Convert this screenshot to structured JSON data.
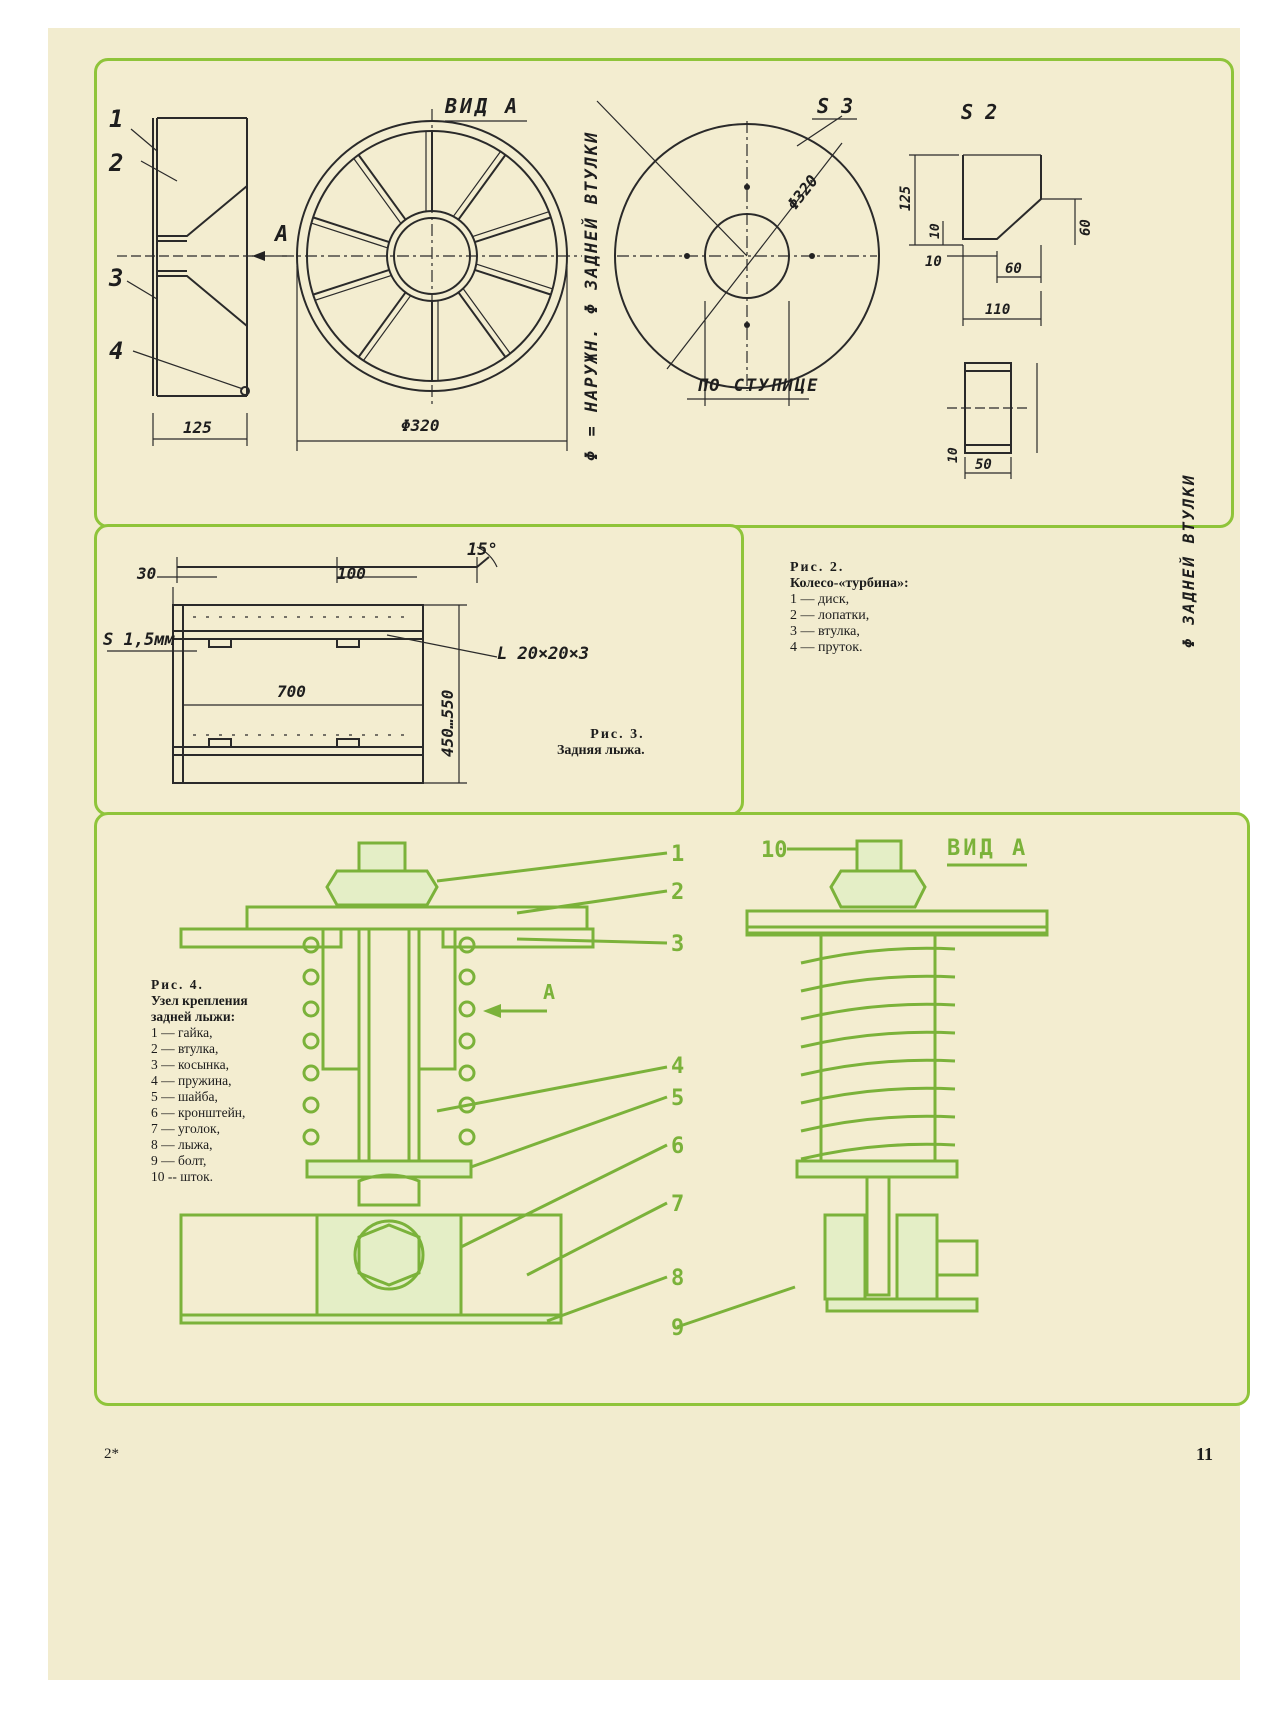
{
  "page_number_left": "2*",
  "page_number_right": "11",
  "fig2": {
    "view_title": "ВИД А",
    "callouts": [
      "1",
      "2",
      "3",
      "4"
    ],
    "arrow_label": "А",
    "dim_125": "125",
    "dim_phi320": "Φ320",
    "vertical_note": "Φ = НАРУЖН. Φ ЗАДНЕЙ ВТУЛКИ",
    "disk_s3": "S 3",
    "disk_phi320": "Φ320",
    "hub_label": "ПО СТУПИЦЕ",
    "blade_s2": "S 2",
    "blade_dims": [
      "125",
      "10",
      "60",
      "10",
      "60",
      "110"
    ],
    "sleeve_dims": [
      "10",
      "50"
    ],
    "sleeve_note": "Φ ЗАДНЕЙ ВТУЛКИ",
    "caption": {
      "title": "Рис. 2.",
      "subtitle": "Колесо-«турбина»:",
      "items": [
        "1 — диск,",
        "2 — лопатки,",
        "3 — втулка,",
        "4 — пруток."
      ]
    }
  },
  "fig3": {
    "dim_15deg": "15°",
    "dim_30": "30",
    "dim_100": "100",
    "s_label": "S 1,5мм",
    "angle_label": "L 20×20×3",
    "dim_700": "700",
    "dim_height": "450…550",
    "caption": {
      "title": "Рис. 3.",
      "subtitle": "Задняя лыжа."
    }
  },
  "fig4": {
    "callouts": [
      "1",
      "2",
      "3",
      "4",
      "5",
      "6",
      "7",
      "8",
      "9",
      "10"
    ],
    "arrow_label": "А",
    "view_title": "ВИД А",
    "caption": {
      "title": "Рис. 4.",
      "subtitle_lines": [
        "Узел крепления",
        "задней лыжи:"
      ],
      "items": [
        "1 — гайка,",
        "2 — втулка,",
        "3 — косынка,",
        "4 — пружина,",
        "5 — шайба,",
        "6 — кронштейн,",
        "7 — уголок,",
        "8 — лыжа,",
        "9 — болт,",
        "10 -- шток."
      ]
    }
  }
}
